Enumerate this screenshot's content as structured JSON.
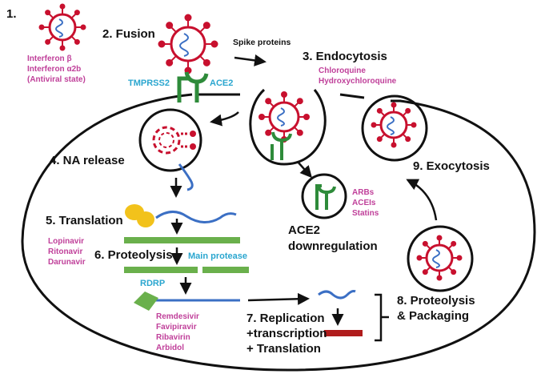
{
  "colors": {
    "virus_red": "#c8102e",
    "receptor_green": "#2e8b3a",
    "rna_blue": "#3b6fc4",
    "protein_green": "#6ab04c",
    "drug_magenta": "#c0409a",
    "protein_label_cyan": "#2aa6cf",
    "ribosome_yellow": "#f2c21b",
    "product_dark_red": "#b01c1c"
  },
  "steps": {
    "s1": "1.",
    "s2": "2. Fusion",
    "s3": "3. Endocytosis",
    "s4": "4. NA release",
    "s5": "5. Translation",
    "s6": "6. Proteolysis",
    "s7_line1": "7. Replication",
    "s7_line2": "+transcription",
    "s7_line3": "+ Translation",
    "s8_line1": "8. Proteolysis",
    "s8_line2": "& Packaging",
    "s9": "9. Exocytosis",
    "ace2_down_line1": "ACE2",
    "ace2_down_line2": "downregulation"
  },
  "labels": {
    "spike_proteins": "Spike proteins",
    "tmprss2": "TMPRSS2",
    "ace2": "ACE2",
    "main_protease": "Main protease",
    "rdrp": "RDRP"
  },
  "drugs": {
    "interferon": [
      "Interferon β",
      "Interferon α2b",
      "(Antiviral state)"
    ],
    "endocytosis": [
      "Chloroquine",
      "Hydroxychloroquine"
    ],
    "ace2": [
      "ARBs",
      "ACEIs",
      "Statins"
    ],
    "protease": [
      "Lopinavir",
      "Ritonavir",
      "Darunavir"
    ],
    "rdrp": [
      "Remdesivir",
      "Favipiravir",
      "Ribavirin",
      "Arbidol"
    ]
  }
}
